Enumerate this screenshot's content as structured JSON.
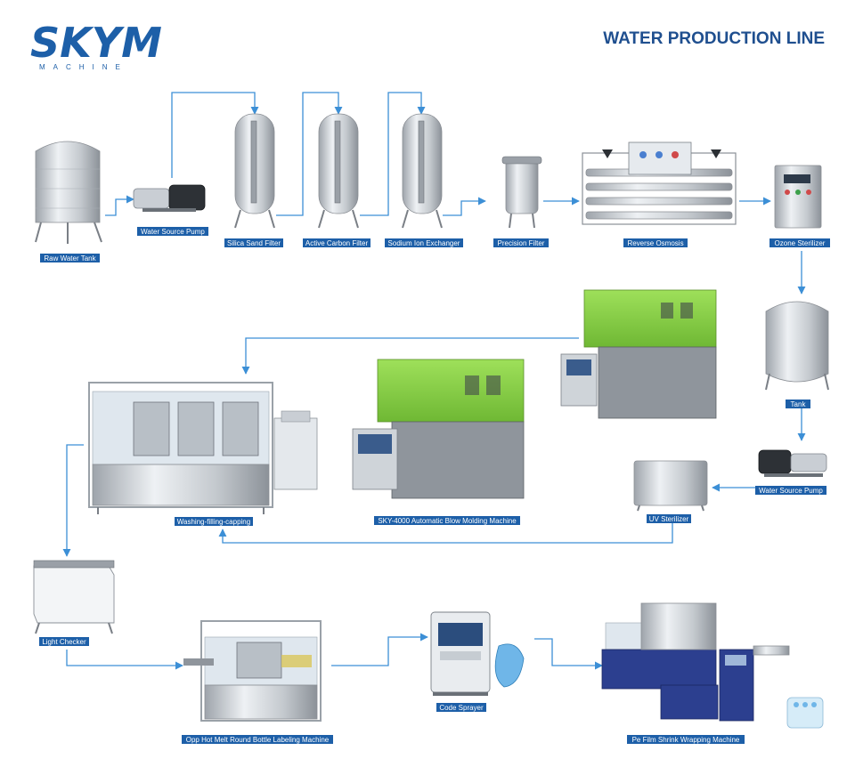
{
  "logo": {
    "text": "SKYM",
    "subtext": "MACHINE"
  },
  "title": "WATER PRODUCTION LINE",
  "colors": {
    "brand": "#1d5fa8",
    "title": "#1f4f8f",
    "flow_line": "#3c8fd6",
    "label_bg": "#1d5fa8"
  },
  "stages": [
    {
      "id": "raw-water-tank",
      "label": "Raw Water Tank",
      "icon": "water-tank-icon"
    },
    {
      "id": "water-source-pump-1",
      "label": "Water Source Pump",
      "icon": "pump-icon"
    },
    {
      "id": "silica-sand-filter",
      "label": "Silica Sand Filter",
      "icon": "filter-vessel-icon"
    },
    {
      "id": "active-carbon-filter",
      "label": "Active Carbon Filter",
      "icon": "filter-vessel-icon"
    },
    {
      "id": "sodium-ion-exchanger",
      "label": "Sodium Ion Exchanger",
      "icon": "filter-vessel-icon"
    },
    {
      "id": "precision-filter",
      "label": "Precision Filter",
      "icon": "cartridge-filter-icon"
    },
    {
      "id": "reverse-osmosis",
      "label": "Reverse Osmosis",
      "icon": "ro-system-icon"
    },
    {
      "id": "ozone-sterilizer",
      "label": "Ozone Sterilizer",
      "icon": "ozone-generator-icon"
    },
    {
      "id": "tank",
      "label": "Tank",
      "icon": "storage-tank-icon"
    },
    {
      "id": "water-source-pump-2",
      "label": "Water Source Pump",
      "icon": "pump-icon"
    },
    {
      "id": "uv-sterilizer",
      "label": "UV Sterilizer",
      "icon": "uv-sterilizer-icon"
    },
    {
      "id": "blow-molding-machine",
      "label": "SKY-4000 Automatic Blow Molding Machine",
      "icon": "blow-molding-icon"
    },
    {
      "id": "washing-filling-capping",
      "label": "Washing-filling-capping",
      "icon": "filling-machine-icon"
    },
    {
      "id": "light-checker",
      "label": "Light Checker",
      "icon": "light-box-icon"
    },
    {
      "id": "labeling-machine",
      "label": "Opp Hot Melt Round Bottle Labeling Machine",
      "icon": "labeling-machine-icon"
    },
    {
      "id": "code-sprayer",
      "label": "Code Sprayer",
      "icon": "inkjet-printer-icon"
    },
    {
      "id": "shrink-wrapping-machine",
      "label": "Pe Film Shrink Wrapping Machine",
      "icon": "shrink-wrapper-icon"
    }
  ]
}
